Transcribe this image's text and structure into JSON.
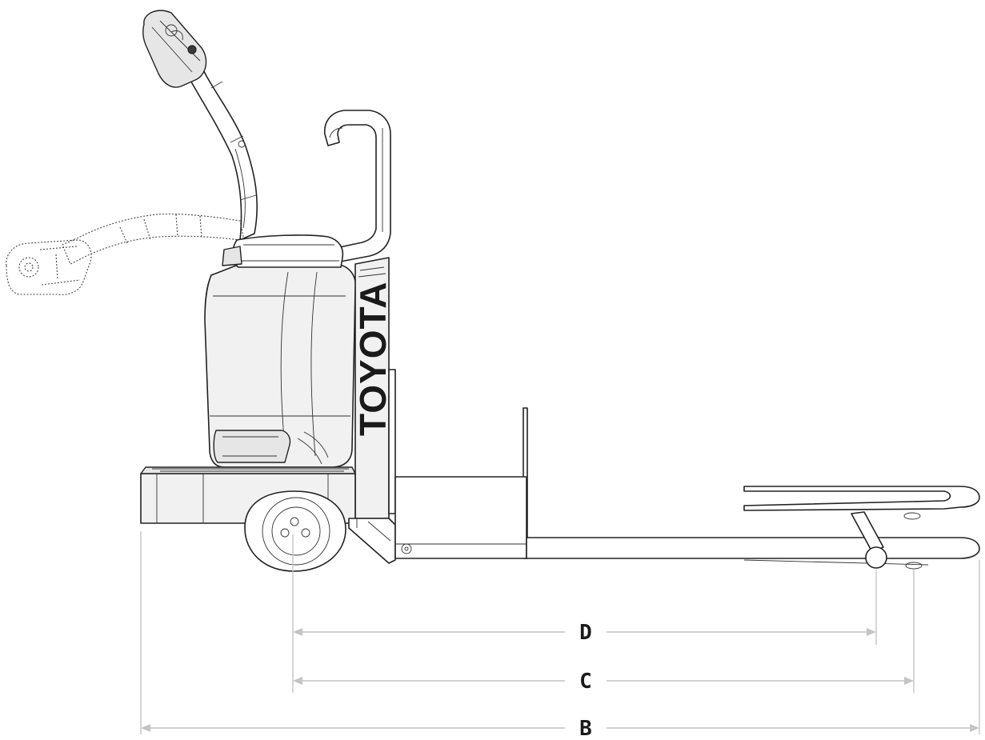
{
  "brand": {
    "text": "TOYOTA"
  },
  "dimensions": [
    {
      "id": "D",
      "label": "D"
    },
    {
      "id": "C",
      "label": "C"
    },
    {
      "id": "B",
      "label": "B"
    }
  ],
  "colors": {
    "line": "#222222",
    "body": "#f1f1f1",
    "dimension_line": "#c4c4c4"
  }
}
